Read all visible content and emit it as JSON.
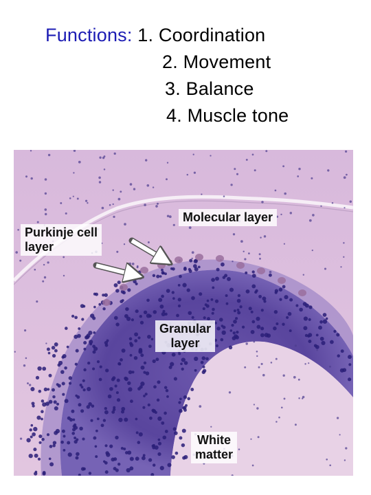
{
  "slide": {
    "heading": "Functions:",
    "functions": [
      "1. Coordination",
      "2. Movement",
      "3. Balance",
      "4. Muscle tone"
    ]
  },
  "micrograph": {
    "labels": {
      "molecular": "Molecular layer",
      "purkinje_line1": "Purkinje cell",
      "purkinje_line2": "layer",
      "granular_line1": "Granular",
      "granular_line2": "layer",
      "white_line1": "White",
      "white_line2": "matter"
    }
  },
  "colors": {
    "heading": "#1c1cb4",
    "text": "#000000",
    "tissue_pink": "#d9b6d8",
    "granular_purple": "#3c2c8c",
    "background": "#ffffff"
  }
}
